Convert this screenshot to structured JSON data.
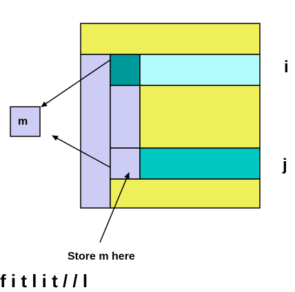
{
  "labels": {
    "row_i": "i",
    "row_j": "j",
    "temp_variable": "m",
    "caption": "Store m here",
    "bottom_text": "f   i t l   i t       / /             l"
  },
  "colors": {
    "yellow": "#efef5a",
    "lavender": "#ccccf5",
    "light_cyan": "#b0fcfc",
    "teal": "#009999",
    "cyan": "#00c8c0",
    "outline": "#000000"
  }
}
